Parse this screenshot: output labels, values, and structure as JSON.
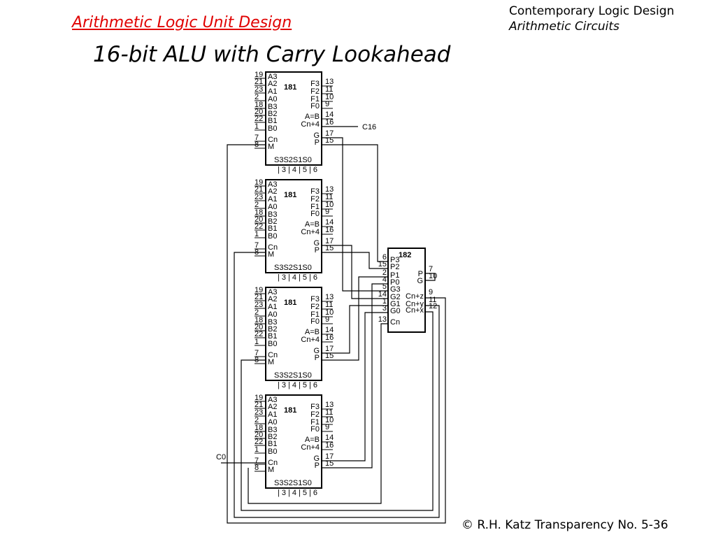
{
  "header": {
    "section": "Arithmetic Logic Unit Design",
    "course": "Contemporary Logic Design",
    "chapter": "Arithmetic Circuits"
  },
  "title": "16-bit ALU with Carry Lookahead",
  "footer": "© R.H. Katz   Transparency No. 5-36",
  "alu181": {
    "label": "181",
    "left_pins": [
      [
        "19",
        "A3"
      ],
      [
        "21",
        "A2"
      ],
      [
        "23",
        "A1"
      ],
      [
        "2",
        "A0"
      ],
      [
        "18",
        "B3"
      ],
      [
        "20",
        "B2"
      ],
      [
        "22",
        "B1"
      ],
      [
        "1",
        "B0"
      ],
      [
        "7",
        "Cn"
      ],
      [
        "8",
        "M"
      ]
    ],
    "right_pins": [
      [
        "13",
        "F3"
      ],
      [
        "11",
        "F2"
      ],
      [
        "10",
        "F1"
      ],
      [
        "9",
        "F0"
      ],
      [
        "14",
        "A=B"
      ],
      [
        "16",
        "Cn+4"
      ],
      [
        "17",
        "G"
      ],
      [
        "15",
        "P"
      ]
    ],
    "select_label": "S3S2S1S0",
    "select_pins": [
      "3",
      "4",
      "5",
      "6"
    ],
    "count": 4
  },
  "cla182": {
    "label": "182",
    "left_pins": [
      [
        "6",
        "P3"
      ],
      [
        "15",
        "P2"
      ],
      [
        "2",
        "P1"
      ],
      [
        "4",
        "P0"
      ],
      [
        "5",
        "G3"
      ],
      [
        "14",
        "G2"
      ],
      [
        "1",
        "G1"
      ],
      [
        "3",
        "G0"
      ],
      [
        "13",
        "Cn"
      ]
    ],
    "right_pins": [
      [
        "7",
        "P"
      ],
      [
        "10",
        "G"
      ],
      [
        "9",
        "Cn+z"
      ],
      [
        "11",
        "Cn+y"
      ],
      [
        "12",
        "Cn+x"
      ]
    ]
  },
  "signals": {
    "carry_out": "C16",
    "carry_in": "C0"
  }
}
